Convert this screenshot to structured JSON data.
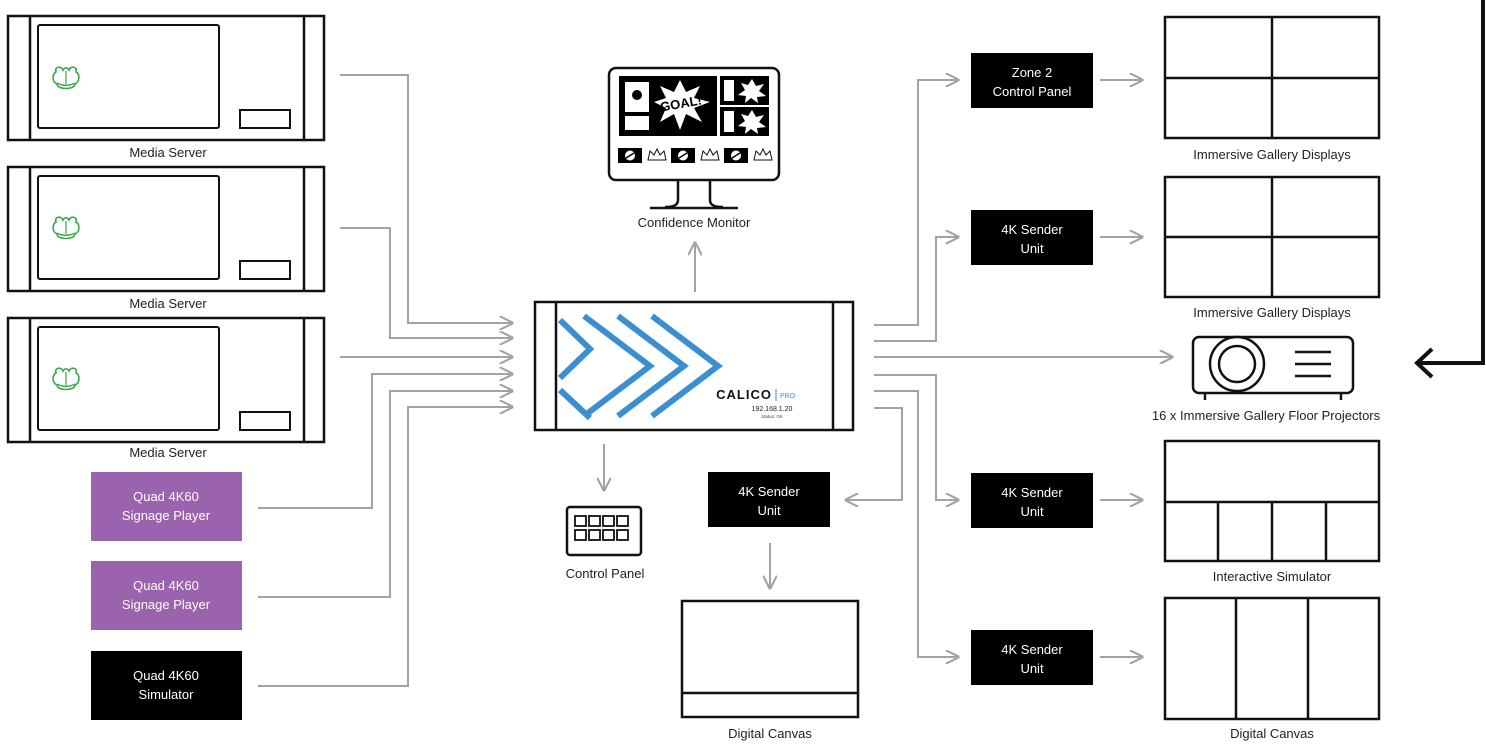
{
  "colors": {
    "wire": "#a3a3a3",
    "frame": "#111111",
    "dark_box": "#000000",
    "purple_box": "#9b62ae",
    "calico_blue": "#3b8fd1",
    "logo_green": "#39a84a",
    "return_arrow": "#111111"
  },
  "sources": {
    "media_servers": [
      {
        "label": "Media Server",
        "icon": "media-server-logo-icon"
      },
      {
        "label": "Media Server",
        "icon": "media-server-logo-icon"
      },
      {
        "label": "Media Server",
        "icon": "media-server-logo-icon"
      }
    ],
    "players": [
      {
        "line1": "Quad 4K60",
        "line2": "Signage Player",
        "style": "purple"
      },
      {
        "line1": "Quad 4K60",
        "line2": "Signage Player",
        "style": "purple"
      },
      {
        "line1": "Quad 4K60",
        "line2": "Simulator",
        "style": "dark"
      }
    ]
  },
  "hub": {
    "brand": "CALICO",
    "edition": "PRO",
    "ip": "192.168.1.20",
    "status": "Status: OK"
  },
  "confidence_monitor": {
    "label": "Confidence Monitor",
    "burst_text": "GOAL!"
  },
  "control_panel": {
    "label": "Control Panel"
  },
  "center_output": {
    "sender_line1": "4K Sender",
    "sender_line2": "Unit",
    "display_label": "Digital Canvas"
  },
  "outputs": [
    {
      "box_line1": "Zone 2",
      "box_line2": "Control Panel",
      "display_label": "Immersive Gallery Displays",
      "display_type": "grid-2x2"
    },
    {
      "box_line1": "4K Sender",
      "box_line2": "Unit",
      "display_label": "Immersive Gallery Displays",
      "display_type": "grid-2x2"
    },
    {
      "box_line1": "",
      "box_line2": "",
      "display_label": "16 x Immersive Gallery Floor Projectors",
      "display_type": "projector"
    },
    {
      "box_line1": "4K Sender",
      "box_line2": "Unit",
      "display_label": "Interactive Simulator",
      "display_type": "top-plus-four"
    },
    {
      "box_line1": "4K Sender",
      "box_line2": "Unit",
      "display_label": "Digital Canvas",
      "display_type": "three-columns"
    }
  ]
}
